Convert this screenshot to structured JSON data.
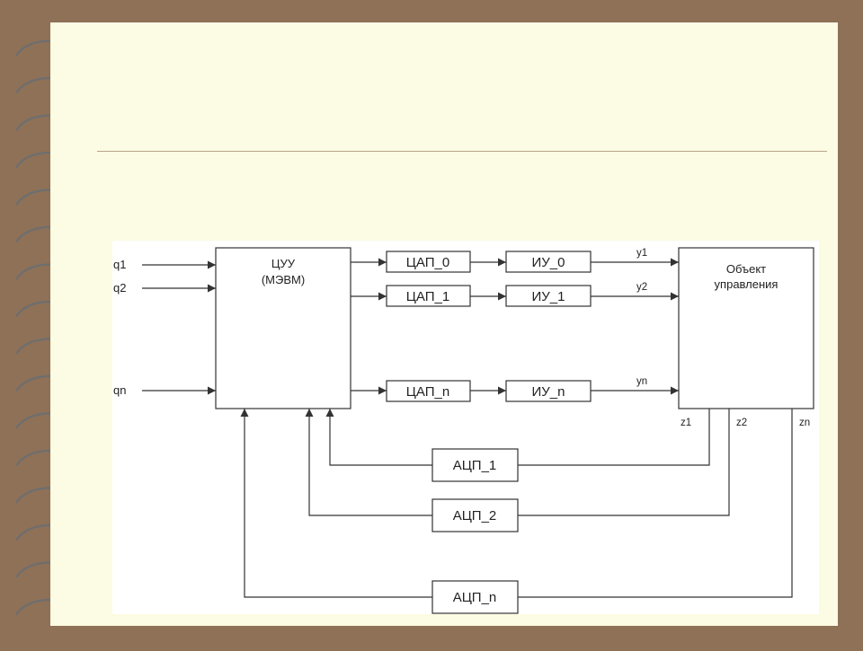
{
  "diagram": {
    "inputs": [
      {
        "id": "q1",
        "label": "q1"
      },
      {
        "id": "q2",
        "label": "q2"
      },
      {
        "id": "qn",
        "label": "qn"
      }
    ],
    "controller": {
      "line1": "ЦУУ",
      "line2": "(МЭВМ)"
    },
    "dac": [
      "ЦАП_0",
      "ЦАП_1",
      "ЦАП_n"
    ],
    "actuators": [
      "ИУ_0",
      "ИУ_1",
      "ИУ_n"
    ],
    "outputs": [
      "y1",
      "y2",
      "yn"
    ],
    "object": {
      "line1": "Объект",
      "line2": "управления"
    },
    "feedback_signals": [
      "z1",
      "z2",
      "zn"
    ],
    "adc": [
      "АЦП_1",
      "АЦП_2",
      "АЦП_n"
    ]
  }
}
